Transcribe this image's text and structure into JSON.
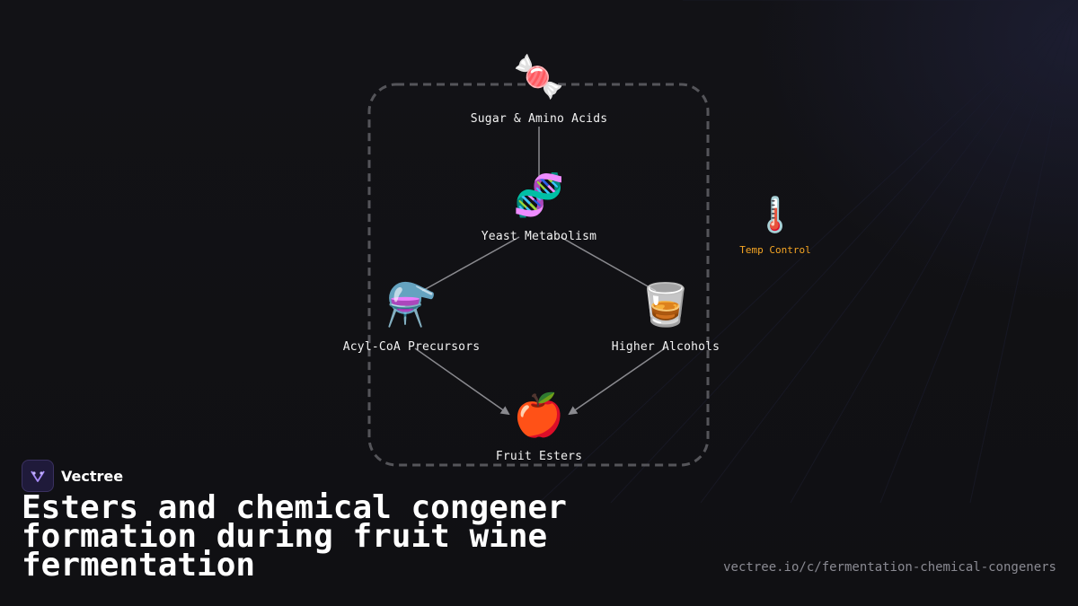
{
  "colors": {
    "background": "#111115",
    "accent": "#f5a524",
    "dashed_box": "#55555a",
    "edge": "#8a8a8f",
    "brand_purple": "#8b5cf6"
  },
  "diagram": {
    "nodes": [
      {
        "id": "sugar",
        "label": "Sugar & Amino Acids",
        "icon": "candy-icon",
        "glyph": "🍬"
      },
      {
        "id": "yeast",
        "label": "Yeast Metabolism",
        "icon": "dna-icon",
        "glyph": "🧬"
      },
      {
        "id": "acyl",
        "label": "Acyl-CoA Precursors",
        "icon": "flask-icon",
        "glyph": "⚗️"
      },
      {
        "id": "alcohols",
        "label": "Higher Alcohols",
        "icon": "tumbler-glass-icon",
        "glyph": "🥃"
      },
      {
        "id": "esters",
        "label": "Fruit Esters",
        "icon": "apple-icon",
        "glyph": "🍎"
      }
    ],
    "edges": [
      {
        "from": "sugar",
        "to": "yeast",
        "arrow": false
      },
      {
        "from": "yeast",
        "to": "acyl",
        "arrow": false
      },
      {
        "from": "yeast",
        "to": "alcohols",
        "arrow": false
      },
      {
        "from": "acyl",
        "to": "esters",
        "arrow": true
      },
      {
        "from": "alcohols",
        "to": "esters",
        "arrow": true
      }
    ],
    "side_note": {
      "label": "Temp Control",
      "icon": "thermometer-icon",
      "glyph": "🌡️"
    }
  },
  "brand": {
    "name": "Vectree",
    "icon": "vectree-logo-icon"
  },
  "title": "Esters and chemical congener formation during fruit wine fermentation",
  "url": "vectree.io/c/fermentation-chemical-congeners"
}
